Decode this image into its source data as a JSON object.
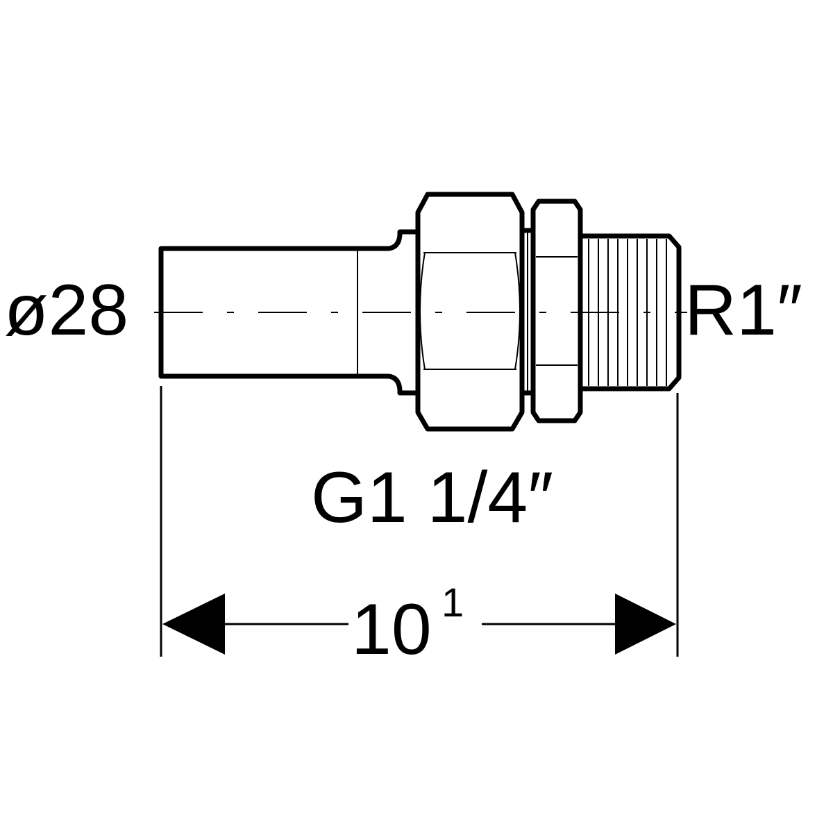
{
  "labels": {
    "diameter": "ø28",
    "thread_right": "R1″",
    "thread_union": "G1 1/4″",
    "length_base": "10",
    "length_sup": "1"
  },
  "colors": {
    "line": "#000000",
    "background": "#ffffff"
  }
}
